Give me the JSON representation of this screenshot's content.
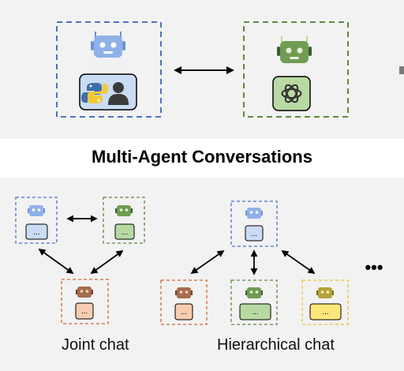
{
  "heading": "Multi-Agent Conversations",
  "captions": {
    "joint": "Joint chat",
    "hierarchical": "Hierarchical chat"
  },
  "chat_placeholder": "...",
  "continuation": "•••",
  "colors": {
    "blue": "#4d72c4",
    "blue_light": "#c9dcf3",
    "green": "#5e8a3c",
    "green_light": "#b9d9a3",
    "orange": "#d0692f",
    "orange_light": "#f6cdb0",
    "yellow": "#e6c52d",
    "yellow_light": "#fbe77a",
    "brown_robot": "#a76c4c",
    "olive_robot": "#b5a23a"
  },
  "icons": [
    "robot-icon",
    "python-icon",
    "human-icon",
    "openai-icon",
    "double-arrow-icon"
  ]
}
